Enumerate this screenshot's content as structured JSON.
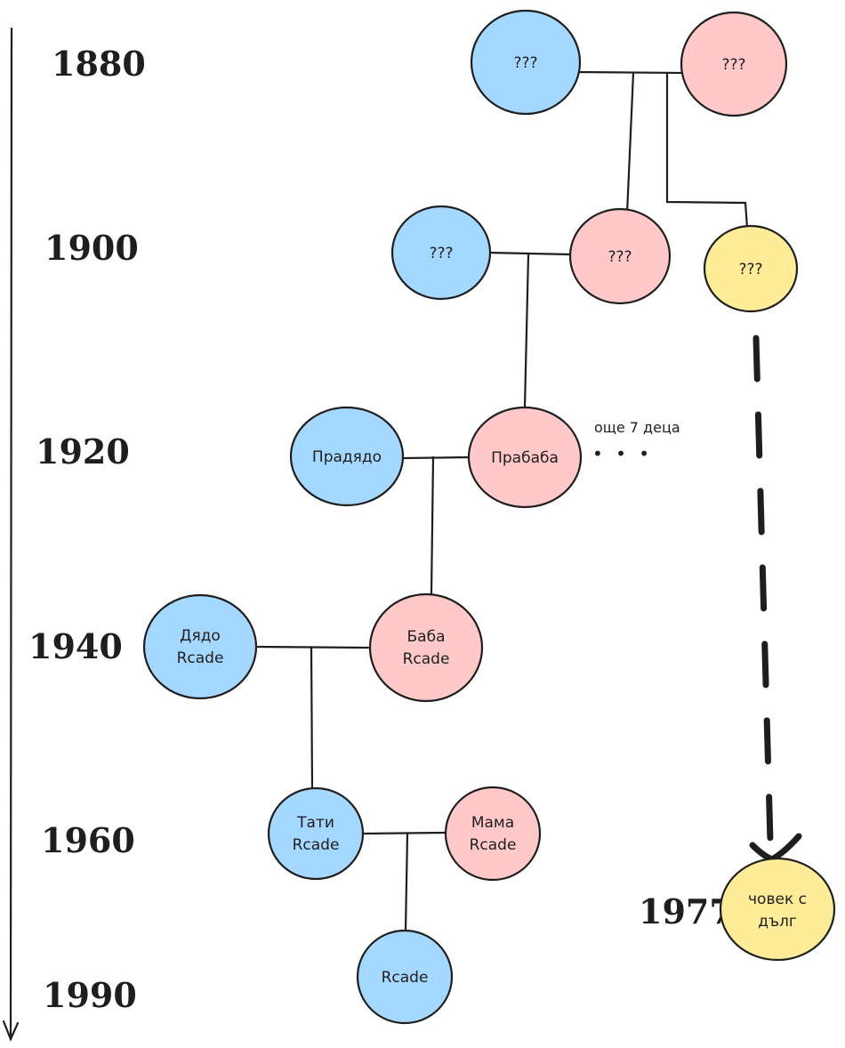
{
  "colors": {
    "male": "#a5d8ff",
    "female": "#ffc9c9",
    "other": "#ffec99",
    "ink": "#1e1e1e"
  },
  "years": {
    "y1880": "1880",
    "y1900": "1900",
    "y1920": "1920",
    "y1940": "1940",
    "y1960": "1960",
    "y1990": "1990",
    "y1977": "1977"
  },
  "nodes": {
    "gg_father_1880": {
      "line1": "???"
    },
    "gg_mother_1880": {
      "line1": "???"
    },
    "g_father_1900": {
      "line1": "???"
    },
    "g_mother_1900": {
      "line1": "???"
    },
    "sibling_1900": {
      "line1": "???"
    },
    "pradyado": {
      "line1": "Прадядо"
    },
    "prababa": {
      "line1": "Прабаба"
    },
    "dyado": {
      "line1": "Дядо",
      "line2": "Rcade"
    },
    "baba": {
      "line1": "Баба",
      "line2": "Rcade"
    },
    "tati": {
      "line1": "Тати",
      "line2": "Rcade"
    },
    "mama": {
      "line1": "Мама",
      "line2": "Rcade"
    },
    "rcade": {
      "line1": "Rcade"
    },
    "person_with_debt": {
      "line1": "човек с",
      "line2": "дълг"
    }
  },
  "annotations": {
    "more_children": "още 7 деца",
    "ellipsis": "• • •"
  }
}
